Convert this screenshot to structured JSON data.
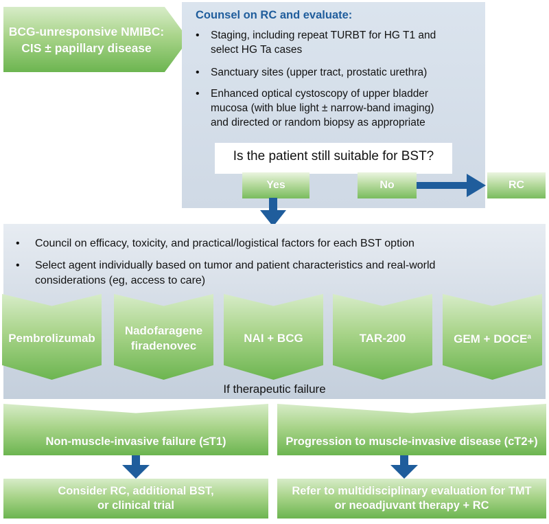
{
  "entry": {
    "line1": "BCG-unresponsive NMIBC:",
    "line2": "CIS ± papillary disease"
  },
  "counsel": {
    "title": "Counsel on RC and evaluate:",
    "bullets": [
      {
        "line1": "Staging, including repeat TURBT for HG T1 and",
        "line2": "select HG Ta cases"
      },
      {
        "line1": "Sanctuary sites (upper tract, prostatic urethra)"
      },
      {
        "line1": "Enhanced optical cystoscopy of upper bladder",
        "line2": "mucosa (with blue light ± narrow-band imaging)",
        "line3": "and directed or random biopsy as appropriate"
      }
    ],
    "question": "Is the patient still suitable for BST?",
    "yes": "Yes",
    "no": "No"
  },
  "rc": "RC",
  "middle": {
    "bullets": [
      {
        "line1": "Council on efficacy, toxicity, and practical/logistical factors for each BST option"
      },
      {
        "line1": "Select agent individually based on tumor and patient characteristics and real-world",
        "line2": "considerations (eg, access to care)"
      }
    ],
    "options": [
      {
        "line1": "Pembrolizumab"
      },
      {
        "line1": "Nadofaragene",
        "line2": "firadenovec"
      },
      {
        "line1": "NAI + BCG"
      },
      {
        "line1": "TAR-200"
      },
      {
        "line1": "GEM + DOCE",
        "sup": "a"
      }
    ],
    "failure": "If therapeutic failure"
  },
  "outcomes": {
    "left": "Non-muscle-invasive failure (≤T1)",
    "right": "Progression to muscle-invasive disease (cT2+)"
  },
  "results": {
    "left": {
      "line1": "Consider RC, additional BST,",
      "line2": "or clinical trial"
    },
    "right": {
      "line1": "Refer to multidisciplinary evaluation for TMT",
      "line2": "or neoadjuvant therapy + RC"
    }
  }
}
